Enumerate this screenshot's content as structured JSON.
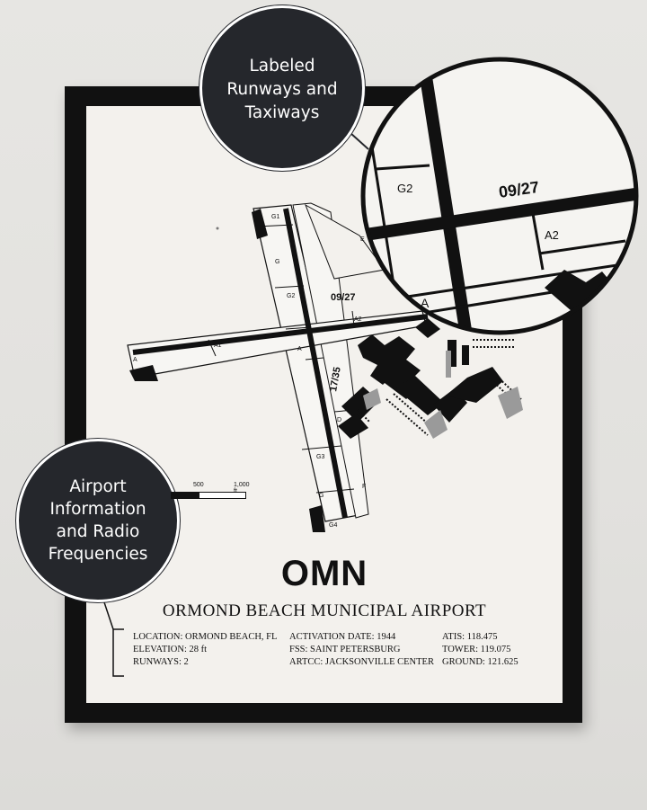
{
  "callouts": {
    "runways_taxiways": [
      "Labeled",
      "Runways and",
      "Taxiways"
    ],
    "airport_info": [
      "Airport",
      "Information",
      "and Radio",
      "Frequencies"
    ]
  },
  "map": {
    "runway_labels": [
      "09/27",
      "17/35"
    ],
    "taxiway_labels": [
      "G1",
      "G",
      "G2",
      "A",
      "A1",
      "A2",
      "D",
      "G3",
      "G",
      "G4",
      "F",
      "A",
      "E"
    ],
    "zoom": {
      "runway": "09/27",
      "taxiways": [
        "G2",
        "A2",
        "A"
      ]
    },
    "scale": {
      "mid": "500",
      "end": "1,000 ft"
    }
  },
  "airport": {
    "code": "OMN",
    "name": "ORMOND BEACH MUNICIPAL AIRPORT",
    "location": "LOCATION: ORMOND BEACH, FL",
    "elevation": "ELEVATION: 28 ft",
    "runways": "RUNWAYS: 2",
    "activation": "ACTIVATION DATE: 1944",
    "fss": "FSS: SAINT PETERSBURG",
    "artcc": "ARTCC: JACKSONVILLE CENTER",
    "atis": "ATIS: 118.475",
    "tower": "TOWER: 119.075",
    "ground": "GROUND: 121.625"
  },
  "colors": {
    "frame": "#111111",
    "mat": "#f3f1ed",
    "bubble": "#25272c",
    "ink": "#111111"
  }
}
